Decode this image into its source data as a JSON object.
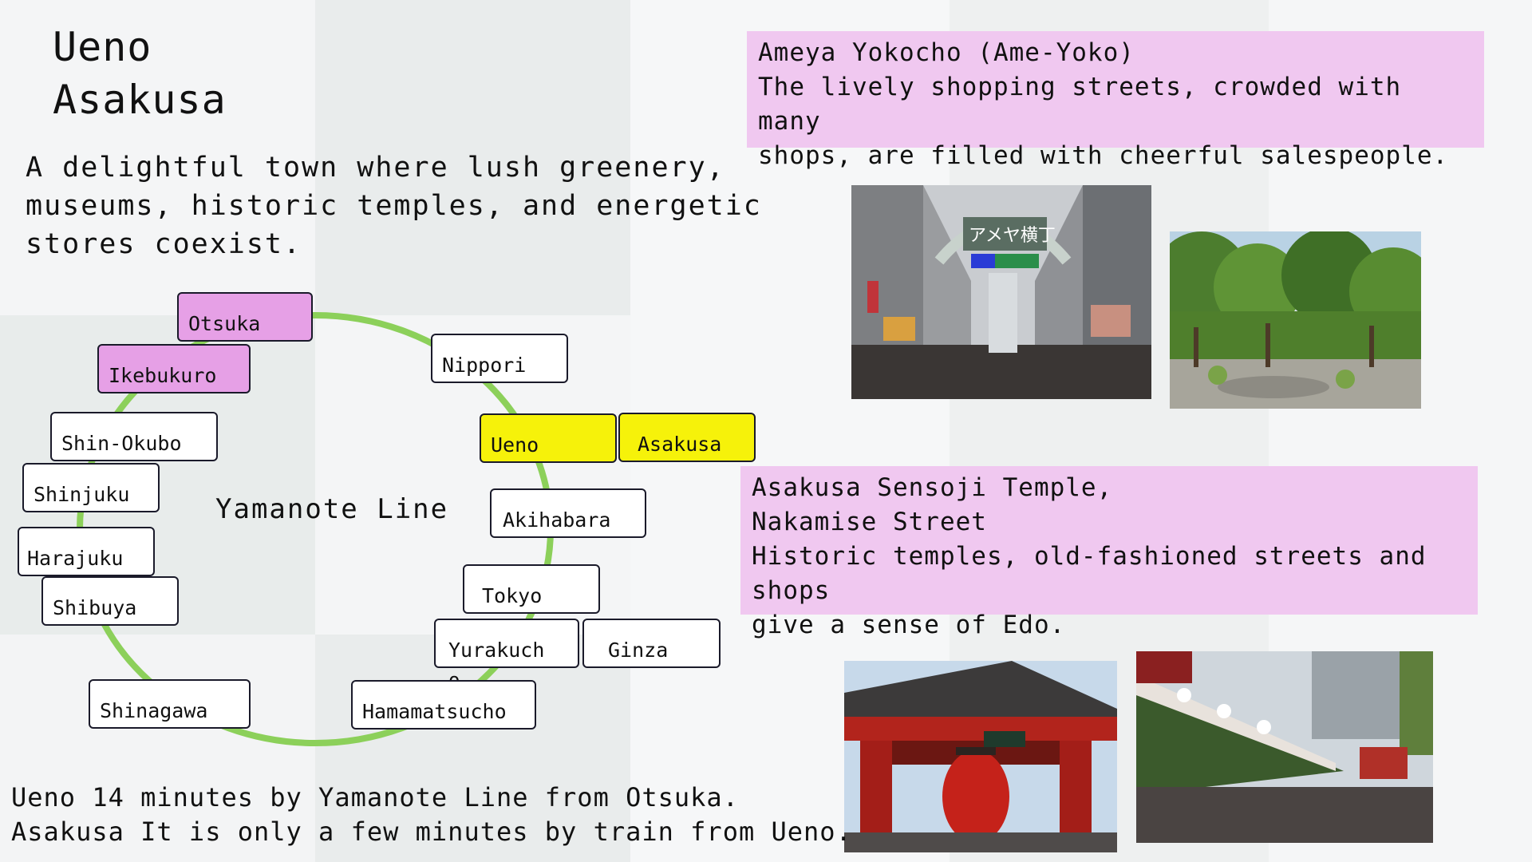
{
  "slide": {
    "title_lines": [
      "Ueno",
      "Asakusa"
    ],
    "intro_text": "A delightful town where lush greenery,\nmuseums, historic temples, and energetic\nstores coexist.",
    "line_name": "Yamanote Line",
    "stations": {
      "otsuka": "Otsuka",
      "ikebukuro": "Ikebukuro",
      "nippori": "Nippori",
      "shin_okubo": "Shin-Okubo",
      "ueno": "Ueno",
      "asakusa": "Asakusa",
      "shinjuku": "Shinjuku",
      "akihabara": "Akihabara",
      "harajuku": "Harajuku",
      "shibuya": "Shibuya",
      "tokyo": "Tokyo",
      "yurakucho_a": "Yurakuch",
      "yurakucho_b": "o",
      "ginza": "Ginza",
      "shinagawa": "Shinagawa",
      "hamamatsucho": "Hamamatsucho"
    },
    "ameyoko_box": {
      "lines": [
        "Ameya Yokocho (Ame-Yoko)",
        "The lively shopping streets, crowded with many",
        "shops, are filled with cheerful salespeople."
      ]
    },
    "sensoji_box": {
      "lines": [
        "Asakusa Sensoji Temple,",
        "Nakamise Street",
        "Historic temples, old-fashioned streets and shops",
        "give a sense of Edo."
      ]
    },
    "bottom_lines": [
      "Ueno  14 minutes by Yamanote Line from Otsuka.",
      "Asakusa  It is only a few minutes by train from Ueno."
    ],
    "photo_gate_sign": "アメヤ横丁",
    "colors": {
      "ring": "#8cd05a",
      "pink_station": "#e6a0e6",
      "yellow_station": "#f6f20a",
      "info_box": "#f0c8f0"
    }
  }
}
